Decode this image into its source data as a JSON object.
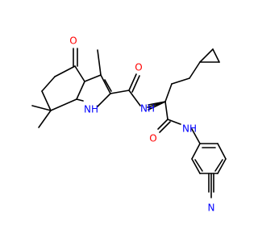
{
  "colors": {
    "bond": "#000000",
    "oxygen": "#ff0000",
    "nitrogen": "#0000ff",
    "background": "#ffffff"
  },
  "atoms": {
    "ketone_o": "O",
    "indole_nh": "NH",
    "amide1_o": "O",
    "amide1_nh": "NH",
    "amide2_o": "O",
    "amide2_nh": "NH",
    "nitrile_n": "N"
  }
}
